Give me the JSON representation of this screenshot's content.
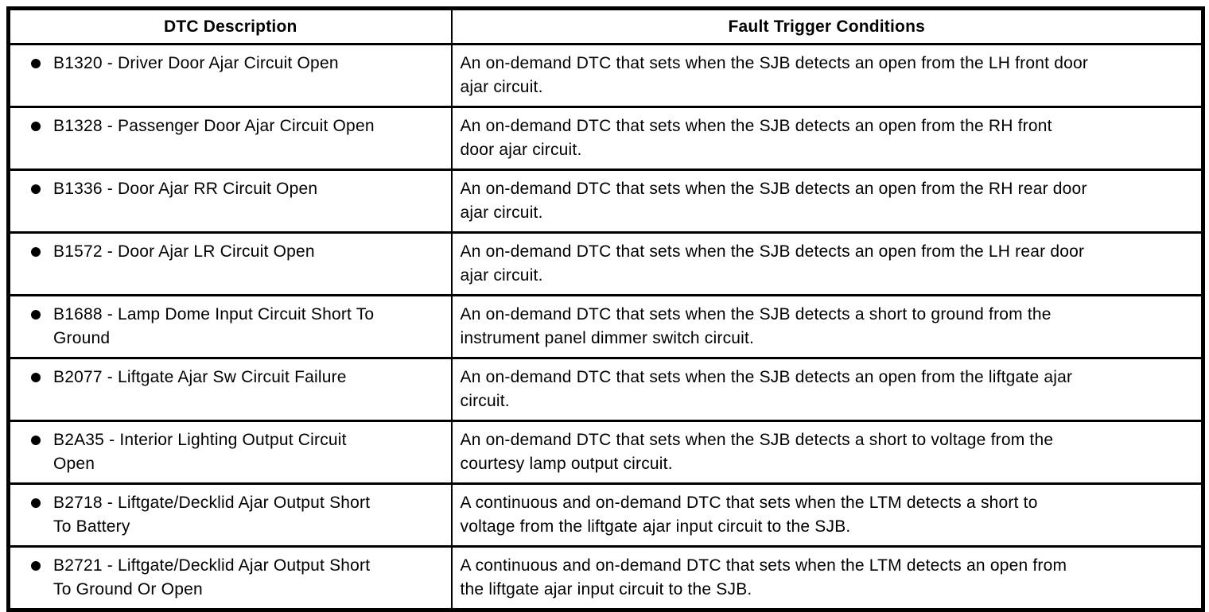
{
  "document": {
    "type": "dtc-fault-table",
    "colors": {
      "border": "#000000",
      "text": "#000000",
      "background": "#ffffff"
    },
    "table": {
      "headers": {
        "dtc": "DTC Description",
        "conditions": "Fault Trigger Conditions"
      },
      "rows": [
        {
          "dtc": "B1320 - Driver Door Ajar Circuit Open",
          "condition": "An on-demand DTC that sets when the SJB detects an open from the LH front door\najar circuit."
        },
        {
          "dtc": "B1328 - Passenger Door Ajar Circuit Open",
          "condition": "An on-demand DTC that sets when the SJB detects an open from the RH front\ndoor ajar circuit."
        },
        {
          "dtc": "B1336 - Door Ajar RR Circuit Open",
          "condition": "An on-demand DTC that sets when the SJB detects an open from the RH rear door\najar circuit."
        },
        {
          "dtc": "B1572 - Door Ajar LR Circuit Open",
          "condition": "An on-demand DTC that sets when the SJB detects an open from the LH rear door\najar circuit."
        },
        {
          "dtc": "B1688 - Lamp Dome Input Circuit Short To\nGround",
          "condition": "An on-demand DTC that sets when the SJB detects a short to ground from the\ninstrument panel dimmer switch circuit."
        },
        {
          "dtc": "B2077 - Liftgate Ajar Sw Circuit Failure",
          "condition": "An on-demand DTC that sets when the SJB detects an open from the liftgate ajar\ncircuit."
        },
        {
          "dtc": "B2A35 - Interior Lighting Output Circuit\nOpen",
          "condition": "An on-demand DTC that sets when the SJB detects a short to voltage from the\ncourtesy lamp output circuit."
        },
        {
          "dtc": "B2718 - Liftgate/Decklid Ajar Output Short\nTo Battery",
          "condition": "A continuous and on-demand DTC that sets when the LTM detects a short to\nvoltage from the liftgate ajar input circuit to the SJB."
        },
        {
          "dtc": "B2721 - Liftgate/Decklid Ajar Output Short\nTo Ground Or Open",
          "condition": "A continuous and on-demand DTC that sets when the LTM detects an open from\nthe liftgate ajar input circuit to the SJB."
        }
      ]
    }
  }
}
